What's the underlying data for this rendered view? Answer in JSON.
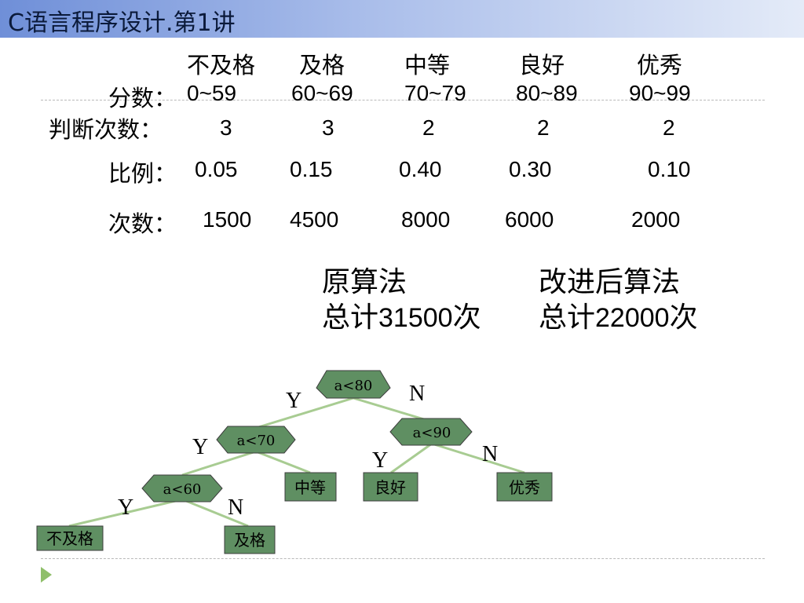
{
  "header": {
    "title": "C语言程序设计.第1讲"
  },
  "colors": {
    "node_fill": "#5f8f62",
    "node_stroke": "#3d3d3d",
    "edge": "#a8cc92",
    "header_start": "#6f8fd8",
    "header_end": "#e4ebf8",
    "nav_arrow": "#8fbf6a"
  },
  "table": {
    "grades": [
      "不及格",
      "及格",
      "中等",
      "良好",
      "优秀"
    ],
    "score_label": "分数：",
    "scores": [
      "0~59",
      "60~69",
      "70~79",
      "80~89",
      "90~99"
    ],
    "checks_label": "判断次数：",
    "checks": [
      "3",
      "3",
      "2",
      "2",
      "2"
    ],
    "ratio_label": "比例：",
    "ratios": [
      "0.05",
      "0.15",
      "0.40",
      "0.30",
      "0.10"
    ],
    "count_label": "次数：",
    "counts": [
      "1500",
      "4500",
      "8000",
      "6000",
      "2000"
    ]
  },
  "summary": {
    "original_title": "原算法",
    "original_prefix": "总计",
    "original_value": "31500",
    "original_suffix": "次",
    "improved_title": "改进后算法",
    "improved_prefix": "总计",
    "improved_value": "22000",
    "improved_suffix": "次"
  },
  "tree": {
    "conditions": [
      "a<80",
      "a<70",
      "a<90",
      "a<60"
    ],
    "leaves": [
      "不及格",
      "及格",
      "中等",
      "良好",
      "优秀"
    ],
    "yes_label": "Y",
    "no_label": "N"
  },
  "nav": {
    "icon": "play-triangle-icon"
  }
}
